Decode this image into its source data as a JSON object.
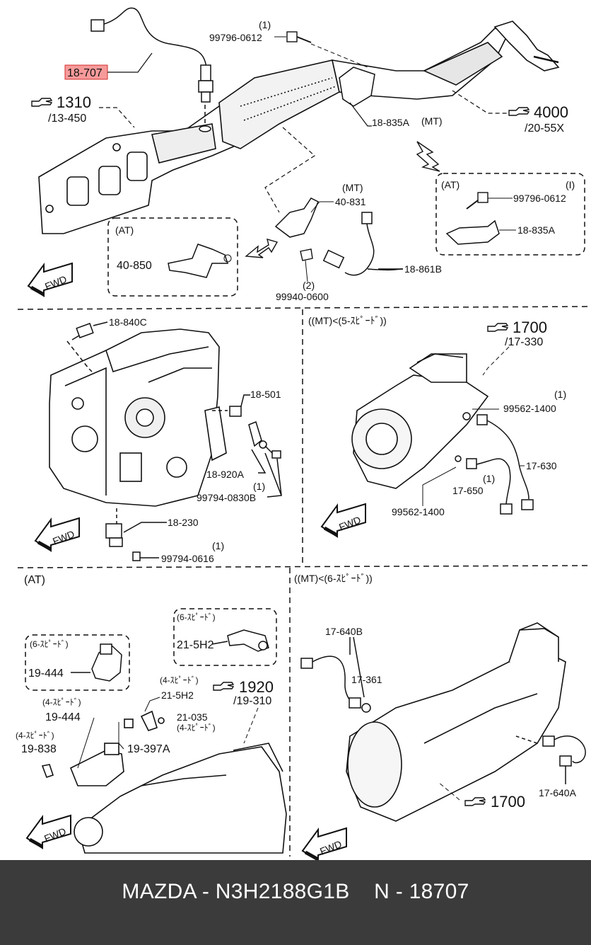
{
  "footer": {
    "text": "MAZDA - N3H2188G1B    N - 18707"
  },
  "colors": {
    "highlight_fill": "#f79a9a",
    "highlight_stroke": "#d22f2f",
    "footer_bg": "#3b3b3b"
  },
  "top": {
    "highlight_part": "18-707",
    "ref1310": "1310",
    "ref1310_sub": "/13-450",
    "q99796_top": "(1)",
    "p99796_top": "99796-0612",
    "ref4000": "4000",
    "ref4000_sub": "/20-55X",
    "p18835A_mt": "18-835A",
    "mt_tag_835": "(MT)",
    "at_box_right": {
      "tag": "(AT)",
      "qty": "(I)",
      "bolt": "99796-0612",
      "bracket": "18-835A"
    },
    "at_box_left": {
      "tag": "(AT)",
      "part": "40-850"
    },
    "mt_40831_tag": "(MT)",
    "p40831": "40-831",
    "p18861B": "18-861B",
    "q99940": "(2)",
    "p99940": "99940-0600",
    "fwd": "FWD"
  },
  "middle_left": {
    "p18840C": "18-840C",
    "p18501": "18-501",
    "p18920A": "18-920A",
    "q99794_0830B": "(1)",
    "p99794_0830B": "99794-0830B",
    "p18230": "18-230",
    "q99794_0616": "(1)",
    "p99794_0616": "99794-0616",
    "fwd": "FWD"
  },
  "middle_right": {
    "header": "((MT)<(5-ｽﾋﾟｰﾄﾞ))",
    "ref1700": "1700",
    "ref1700_sub": "/17-330",
    "q99562_a": "(1)",
    "p99562_a": "99562-1400",
    "p17630": "17-630",
    "q17650": "(1)",
    "p17650": "17-650",
    "p99562_b": "99562-1400",
    "fwd": "FWD"
  },
  "bottom_left": {
    "header": "(AT)",
    "box6_tag": "(6-ｽﾋﾟｰﾄﾞ)",
    "box6_part": "19-444",
    "box6b_tag": "(6-ｽﾋﾟｰﾄﾞ)",
    "box6b_part": "21-5H2",
    "tag4_a": "(4-ｽﾋﾟｰﾄﾞ)",
    "p21_5H2": "21-5H2",
    "ref1920": "1920",
    "ref1920_sub": "/19-310",
    "p21035": "21-035",
    "tag4_b": "(4-ｽﾋﾟｰﾄﾞ)",
    "tag4_c": "(4-ｽﾋﾟｰﾄﾞ)",
    "p19444": "19-444",
    "tag4_d": "(4-ｽﾋﾟｰﾄﾞ)",
    "p19838": "19-838",
    "p19397A": "19-397A",
    "fwd": "FWD"
  },
  "bottom_right": {
    "header": "((MT)<(6-ｽﾋﾟｰﾄﾞ))",
    "p17640B": "17-640B",
    "p17361": "17-361",
    "ref1700": "1700",
    "p17640A": "17-640A",
    "fwd": "FWD"
  }
}
